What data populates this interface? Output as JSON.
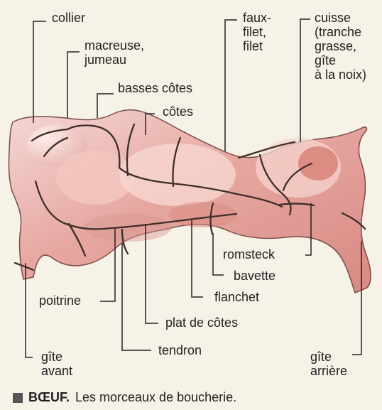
{
  "labels": {
    "collier": "collier",
    "macreuse": "macreuse,\njumeau",
    "basses_cotes": "basses côtes",
    "cotes": "côtes",
    "faux_filet": "faux-\nfilet,\nfilet",
    "cuisse": "cuisse\n(tranche\ngrasse,\ngîte\nà la noix)",
    "romsteck": "romsteck",
    "bavette": "bavette",
    "flanchet": "flanchet",
    "poitrine": "poitrine",
    "plat_de_cotes": "plat de côtes",
    "tendron": "tendron",
    "gite_avant": "gîte\navant",
    "gite_arriere": "gîte\narrière"
  },
  "caption": {
    "strong": "BŒUF.",
    "text": "Les morceaux de boucherie."
  }
}
